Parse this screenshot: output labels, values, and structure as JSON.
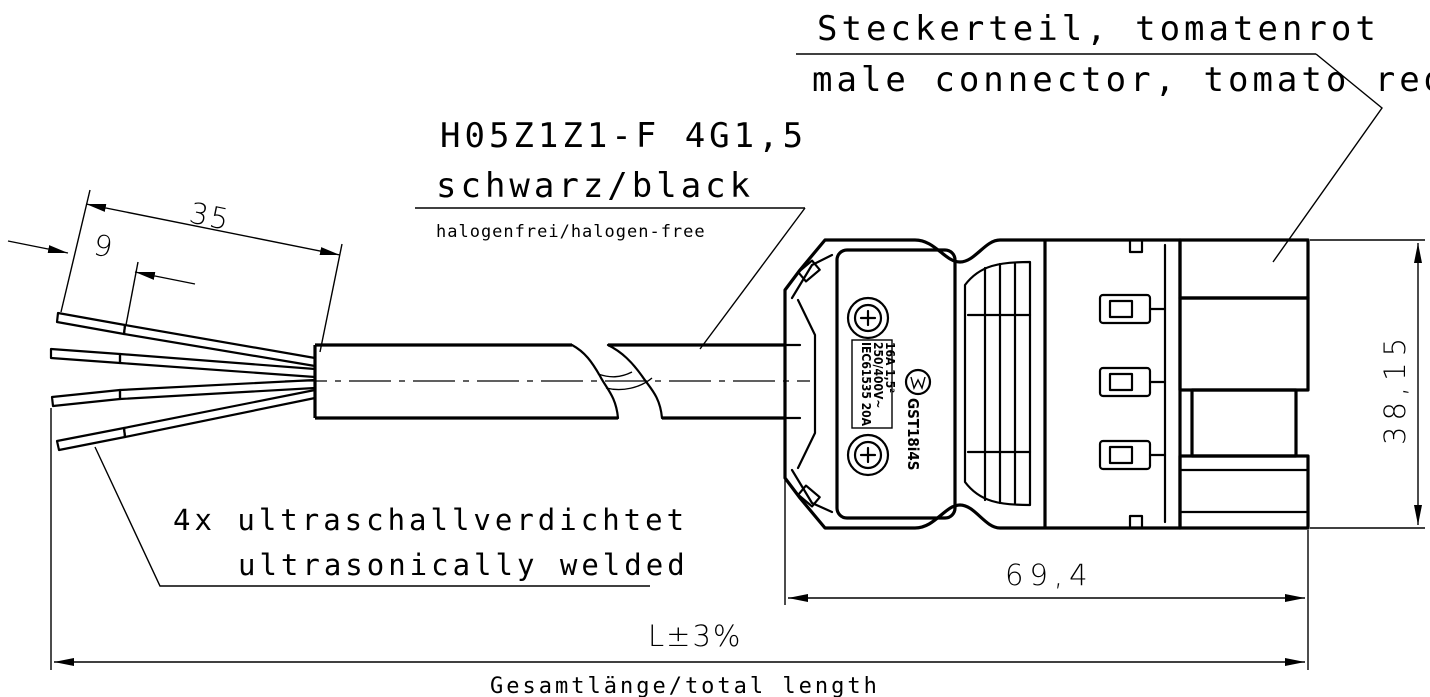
{
  "labels": {
    "connector_de": "Steckerteil, tomatenrot",
    "connector_en": "male connector, tomato red",
    "cable_type": "H05Z1Z1-F 4G1,5",
    "cable_color": "schwarz/black",
    "cable_note": "halogenfrei/halogen-free",
    "welded_de": "4x ultraschallverdichtet",
    "welded_en": "ultrasonically welded",
    "total_length_label": "Gesamtlänge/total length"
  },
  "dimensions": {
    "strip_length": "35",
    "sleeve_length": "9",
    "connector_length": "69,4",
    "connector_height": "38,15",
    "total_length": "L±3%"
  },
  "connector_marking": {
    "line1": "IEC61535 20A",
    "line2": "250/400V~",
    "line3": "16A 1,5²",
    "brand": "GST18i4S"
  }
}
